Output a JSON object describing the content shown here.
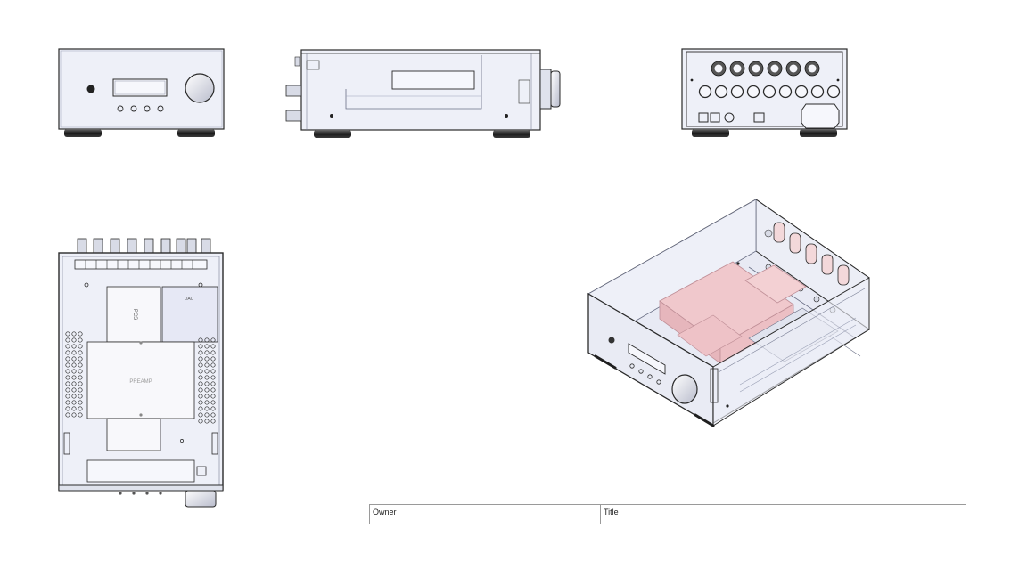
{
  "drawing": {
    "labels": {
      "pcs": "PCS",
      "dac": "DAC",
      "preamp": "PREAMP"
    }
  },
  "title_block": {
    "owner_label": "Owner",
    "title_label": "Title"
  },
  "colors": {
    "line": "#2a2a2a",
    "panel": "#eef0f8",
    "module_pink": "#f0c8cc",
    "foot": "#1f1f1f"
  }
}
